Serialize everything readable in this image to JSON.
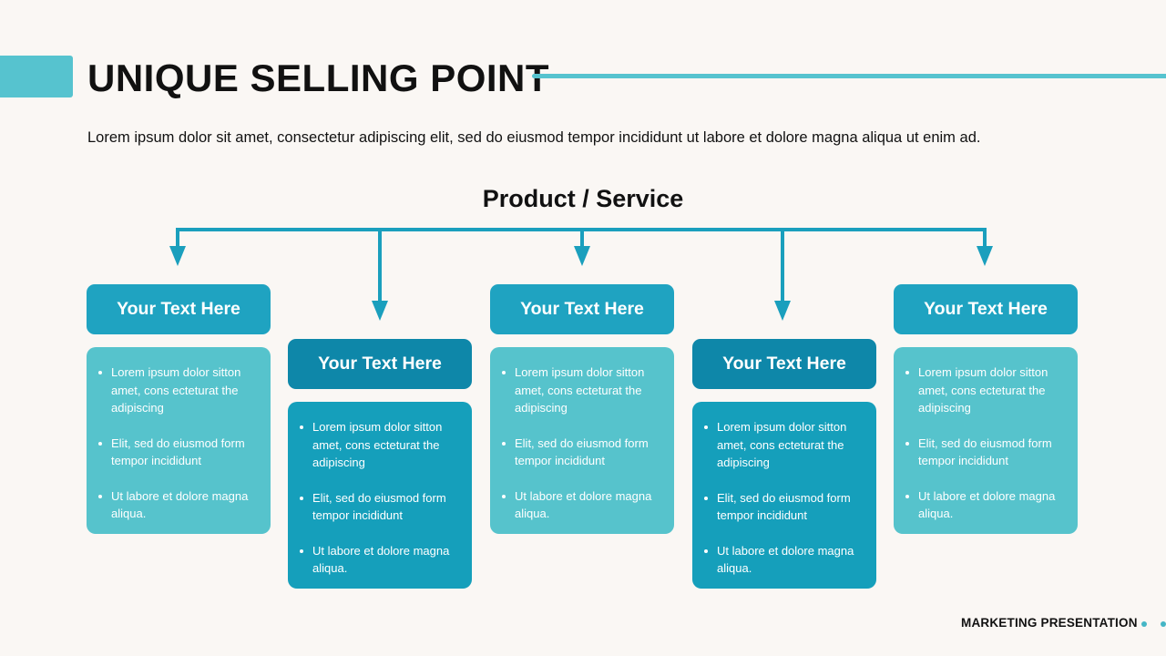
{
  "slide": {
    "title": "UNIQUE SELLING POINT",
    "intro": "Lorem ipsum dolor sit amet, consectetur adipiscing elit, sed do eiusmod tempor incididunt ut labore et dolore magna aliqua ut enim ad."
  },
  "diagram": {
    "root_label": "Product / Service",
    "items": [
      {
        "heading": "Your Text Here",
        "bullets": [
          "Lorem ipsum dolor sitton amet, cons ecteturat the adipiscing",
          "Elit, sed do eiusmod form tempor incididunt",
          "Ut labore et dolore magna aliqua."
        ]
      },
      {
        "heading": "Your Text Here",
        "bullets": [
          "Lorem ipsum dolor sitton amet, cons ecteturat the adipiscing",
          "Elit, sed do eiusmod form tempor incididunt",
          "Ut labore et dolore magna aliqua."
        ]
      },
      {
        "heading": "Your Text Here",
        "bullets": [
          "Lorem ipsum dolor sitton amet, cons ecteturat the adipiscing",
          "Elit, sed do eiusmod form tempor incididunt",
          "Ut labore et dolore magna aliqua."
        ]
      },
      {
        "heading": "Your Text Here",
        "bullets": [
          "Lorem ipsum dolor sitton amet, cons ecteturat the adipiscing",
          "Elit, sed do eiusmod form tempor incididunt",
          "Ut labore et dolore magna aliqua."
        ]
      },
      {
        "heading": "Your Text Here",
        "bullets": [
          "Lorem ipsum dolor sitton amet, cons ecteturat the adipiscing",
          "Elit, sed do eiusmod form tempor incididunt",
          "Ut labore et dolore magna aliqua."
        ]
      }
    ]
  },
  "footer": {
    "label": "MARKETING PRESENTATION"
  },
  "colors": {
    "accent": "#56c3cf",
    "connector": "#1a9fbd",
    "light_header": "#1fa3c1",
    "light_body": "#56c3cc",
    "dark_header": "#0e87a9",
    "dark_body": "#159fbb"
  }
}
